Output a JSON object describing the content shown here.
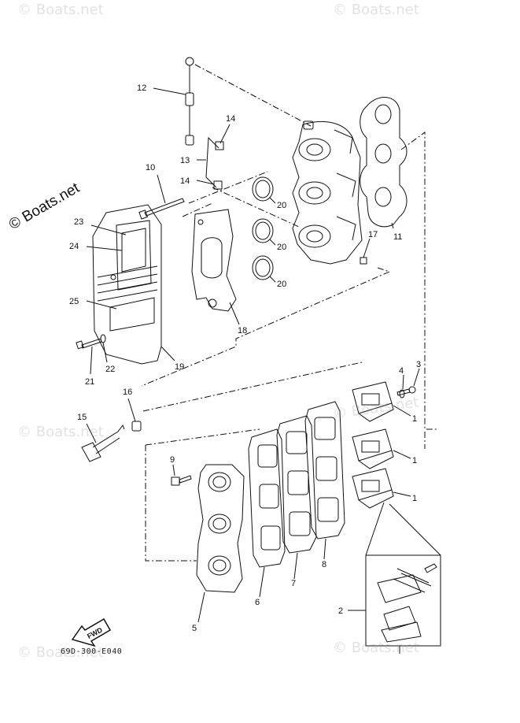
{
  "watermark_text": "© Boats.net",
  "brand_text": "© Boats.net",
  "diagram_code": "69D-300-E040",
  "fwd_label": "FWD",
  "labels": {
    "l1a": "1",
    "l1b": "1",
    "l1c": "1",
    "l2": "2",
    "l3": "3",
    "l4": "4",
    "l5": "5",
    "l6": "6",
    "l7": "7",
    "l8": "8",
    "l9": "9",
    "l10": "10",
    "l11": "11",
    "l12": "12",
    "l13": "13",
    "l14a": "14",
    "l14b": "14",
    "l15": "15",
    "l16": "16",
    "l17": "17",
    "l18": "18",
    "l19": "19",
    "l20a": "20",
    "l20b": "20",
    "l20c": "20",
    "l21": "21",
    "l22": "22",
    "l23": "23",
    "l24": "24",
    "l25": "25"
  },
  "colors": {
    "line": "#111111",
    "watermark": "#969696",
    "background": "#ffffff"
  }
}
